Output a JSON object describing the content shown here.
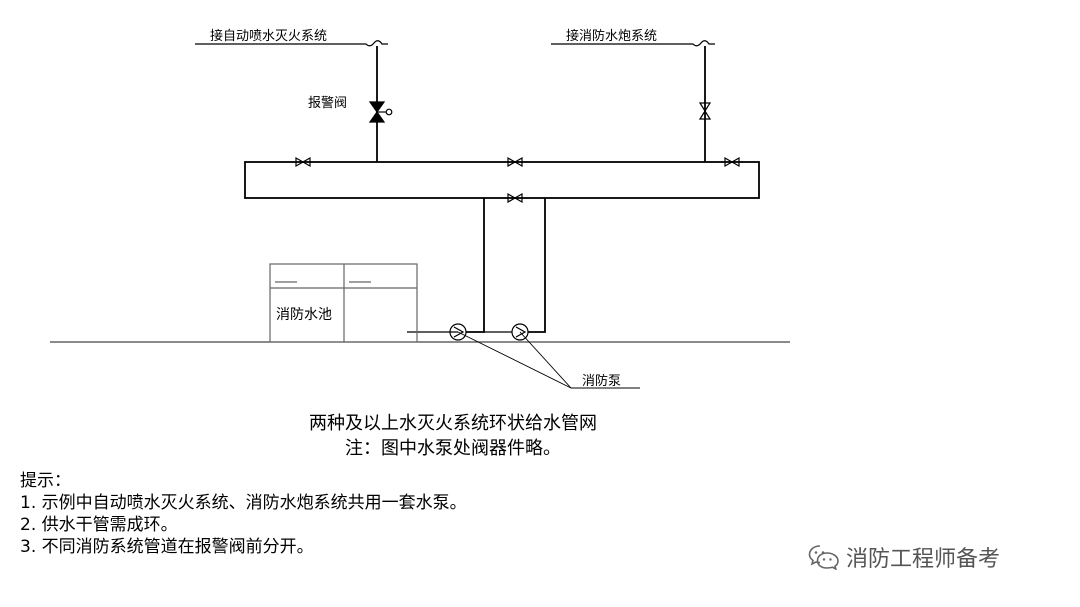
{
  "diagram": {
    "labels": {
      "sprinkler": "接自动喷水灭火系统",
      "cannon": "接消防水炮系统",
      "alarm_valve": "报警阀",
      "tank": "消防水池",
      "pump": "消防泵"
    }
  },
  "caption": {
    "title": "两种及以上水灭火系统环状给水管网",
    "note": "注：图中水泵处阀器件略。"
  },
  "notes": {
    "heading": "提示：",
    "items": [
      "1. 示例中自动喷水灭火系统、消防水炮系统共用一套水泵。",
      "2. 供水干管需成环。",
      "3. 不同消防系统管道在报警阀前分开。"
    ]
  },
  "watermark": {
    "icon": "wechat-icon",
    "text": "消防工程师备考"
  },
  "colors": {
    "line": "#000000",
    "ground": "#444444",
    "tank": "#666666"
  }
}
